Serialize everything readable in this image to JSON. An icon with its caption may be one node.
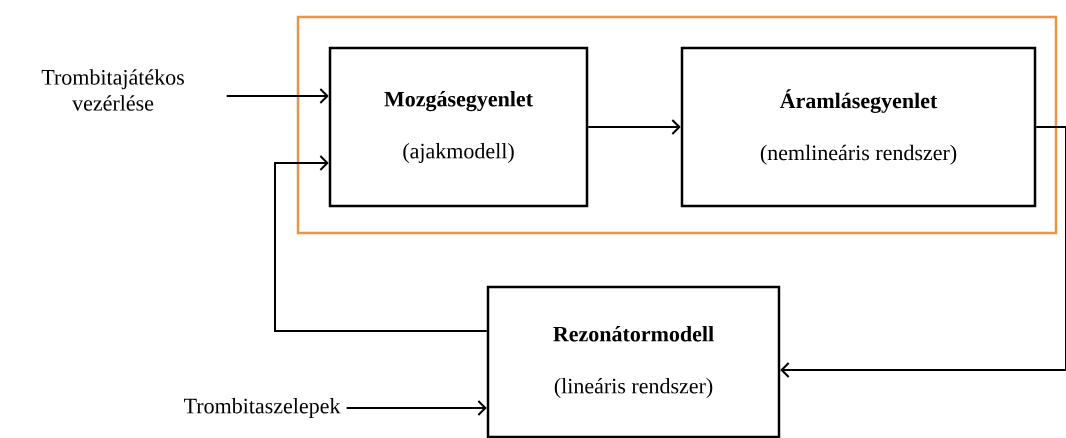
{
  "diagram": {
    "nodes": [
      {
        "text": [],
        "shape": "box"
      },
      {
        "text": [
          "Mozgásegyenlet",
          "(ajakmodell)"
        ],
        "in": 0
      },
      {
        "text": [
          "Áramlásegyenlet",
          "(nemlineáris rendszer)"
        ],
        "in": 0
      },
      {
        "text": [
          "Rezonátormodell",
          "(lineáris rendszer)"
        ]
      },
      {
        "text": [
          "Trombitajátékos vezérlése"
        ]
      },
      {
        "text": [
          "Trombitaszelepek"
        ]
      }
    ],
    "edges": [
      {
        "from": 4,
        "to": 1,
        "arrow": "to"
      },
      {
        "from": 1,
        "to": 2,
        "arrow": "to"
      },
      {
        "from": 2,
        "to": 3,
        "arrow": "to"
      },
      {
        "from": 3,
        "to": 1,
        "arrow": "to"
      },
      {
        "from": 5,
        "to": 3,
        "arrow": "to"
      }
    ]
  }
}
